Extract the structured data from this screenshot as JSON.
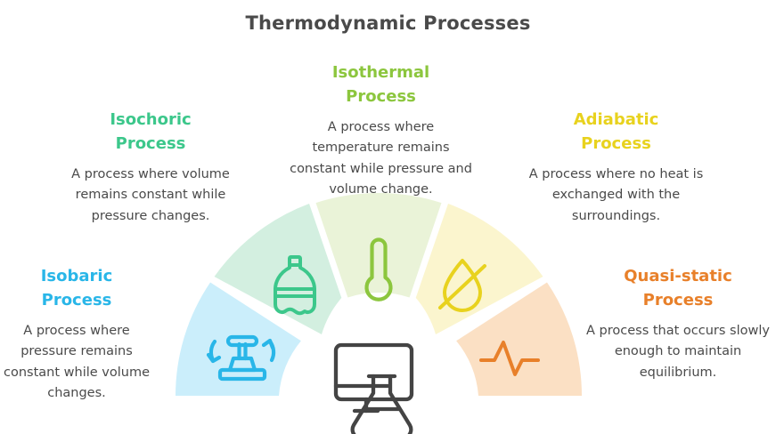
{
  "title": "Thermodynamic Processes",
  "title_color": "#4a4a4a",
  "background": "#ffffff",
  "center_icon": {
    "name": "monitor-flask-icon",
    "color": "#444444"
  },
  "processes": [
    {
      "id": "isobaric",
      "heading": "Isobaric\nProcess",
      "heading_line1": "Isobaric",
      "heading_line2": "Process",
      "description": "A process where pressure remains constant while volume changes.",
      "accent_color": "#29B6E8",
      "segment_fill": "#CBEEFB",
      "icon": "piston-rotate-icon",
      "angle_start": 180,
      "angle_end": 146
    },
    {
      "id": "isochoric",
      "heading": "Isochoric\nProcess",
      "heading_line1": "Isochoric",
      "heading_line2": "Process",
      "description": "A process where volume remains constant while pressure changes.",
      "accent_color": "#3CC78B",
      "segment_fill": "#D3EFE0",
      "icon": "plastic-bottle-icon",
      "angle_start": 144,
      "angle_end": 110
    },
    {
      "id": "isothermal",
      "heading": "Isothermal\nProcess",
      "heading_line1": "Isothermal",
      "heading_line2": "Process",
      "description": "A process where temperature remains constant while pressure and volume change.",
      "accent_color": "#8CC63E",
      "segment_fill": "#EAF3D8",
      "icon": "thermometer-icon",
      "angle_start": 108,
      "angle_end": 72
    },
    {
      "id": "adiabatic",
      "heading": "Adiabatic\nProcess",
      "heading_line1": "Adiabatic",
      "heading_line2": "Process",
      "description": "A process where no heat is exchanged with the surroundings.",
      "accent_color": "#E8D21E",
      "segment_fill": "#FBF5CE",
      "icon": "no-droplet-icon",
      "angle_start": 70,
      "angle_end": 36
    },
    {
      "id": "quasistatic",
      "heading": "Quasi-static\nProcess",
      "heading_line1": "Quasi-static",
      "heading_line2": "Process",
      "description": "A process that occurs slowly enough to maintain equilibrium.",
      "accent_color": "#E8802A",
      "segment_fill": "#FBE0C4",
      "icon": "pulse-wave-icon",
      "angle_start": 34,
      "angle_end": 0
    }
  ]
}
